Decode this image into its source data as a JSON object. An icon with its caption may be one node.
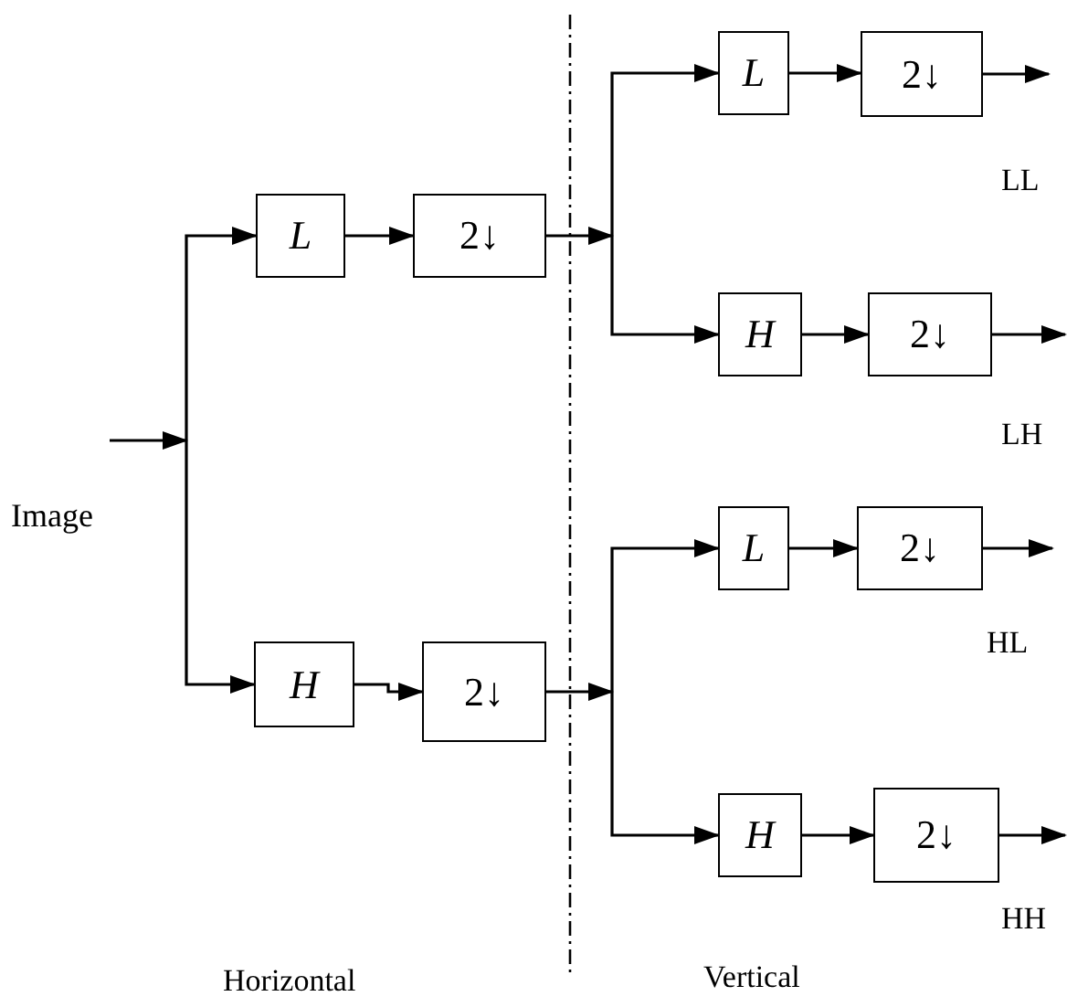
{
  "diagram": {
    "nodes": [
      {
        "text": [
          "Image"
        ]
      },
      {
        "text": [
          "L"
        ]
      },
      {
        "text": [
          "2↓"
        ]
      },
      {
        "text": [
          "H"
        ]
      },
      {
        "text": [
          "2↓"
        ]
      },
      {
        "text": [
          "L"
        ]
      },
      {
        "text": [
          "2↓"
        ]
      },
      {
        "text": [
          "H"
        ]
      },
      {
        "text": [
          "2↓"
        ]
      },
      {
        "text": [
          "L"
        ]
      },
      {
        "text": [
          "2↓"
        ]
      },
      {
        "text": [
          "H"
        ]
      },
      {
        "text": [
          "2↓"
        ]
      }
    ],
    "edges": [
      {
        "from": 0,
        "to": 1,
        "arrow": "to"
      },
      {
        "from": 0,
        "to": 3,
        "arrow": "to"
      },
      {
        "from": 1,
        "to": 2,
        "arrow": "to"
      },
      {
        "from": 3,
        "to": 4,
        "arrow": "to"
      },
      {
        "from": 2,
        "to": 5,
        "arrow": "to"
      },
      {
        "from": 2,
        "to": 7,
        "arrow": "to"
      },
      {
        "from": 5,
        "to": 6,
        "arrow": "to"
      },
      {
        "from": 7,
        "to": 8,
        "arrow": "to"
      },
      {
        "from": 4,
        "to": 9,
        "arrow": "to"
      },
      {
        "from": 4,
        "to": 11,
        "arrow": "to"
      },
      {
        "from": 9,
        "to": 10,
        "arrow": "to"
      },
      {
        "from": 11,
        "to": 12,
        "arrow": "to"
      },
      {
        "from": 6,
        "to": null,
        "arrow": "to"
      },
      {
        "from": 8,
        "to": null,
        "arrow": "to"
      },
      {
        "from": 10,
        "to": null,
        "arrow": "to"
      },
      {
        "from": 12,
        "to": null,
        "arrow": "to"
      }
    ],
    "labels": [
      "LL",
      "LH",
      "HL",
      "HH",
      "Horizontal",
      "Vertical"
    ]
  }
}
